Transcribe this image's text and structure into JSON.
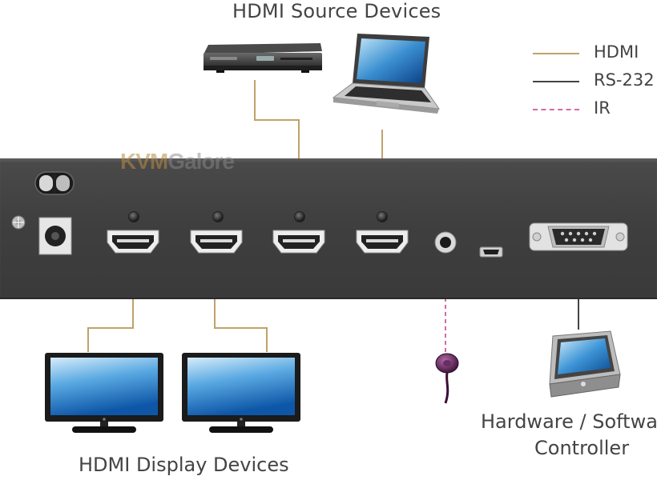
{
  "labels": {
    "source_title": "HDMI Source Devices",
    "display_title": "HDMI Display Devices",
    "controller_line1": "Hardware / Software",
    "controller_line2": "Controller",
    "watermark_kvm": "KVM",
    "watermark_galore": "Galore"
  },
  "legend": [
    {
      "label": "HDMI",
      "color": "#c0a26a",
      "style": "solid"
    },
    {
      "label": "RS-232",
      "color": "#444444",
      "style": "solid"
    },
    {
      "label": "IR",
      "color": "#d36aa8",
      "style": "dashed"
    }
  ],
  "colors": {
    "hdmi_line": "#c0a26a",
    "rs232_line": "#444444",
    "ir_line": "#d36aa8",
    "panel": "#3f3f3f"
  },
  "icons": {
    "power_switch": "rocker-switch-icon",
    "dc_in": "dc-power-jack-icon",
    "grounding": "ground-screw-icon",
    "hdmi_port": "hdmi-port-icon",
    "ir_jack": "ir-jack-icon",
    "usb": "mini-usb-port-icon",
    "rs232": "db9-serial-port-icon",
    "dvd_player": "dvd-player-icon",
    "laptop": "laptop-icon",
    "monitor": "monitor-icon",
    "ir_receiver": "ir-receiver-icon",
    "touch_panel": "touch-panel-controller-icon"
  }
}
